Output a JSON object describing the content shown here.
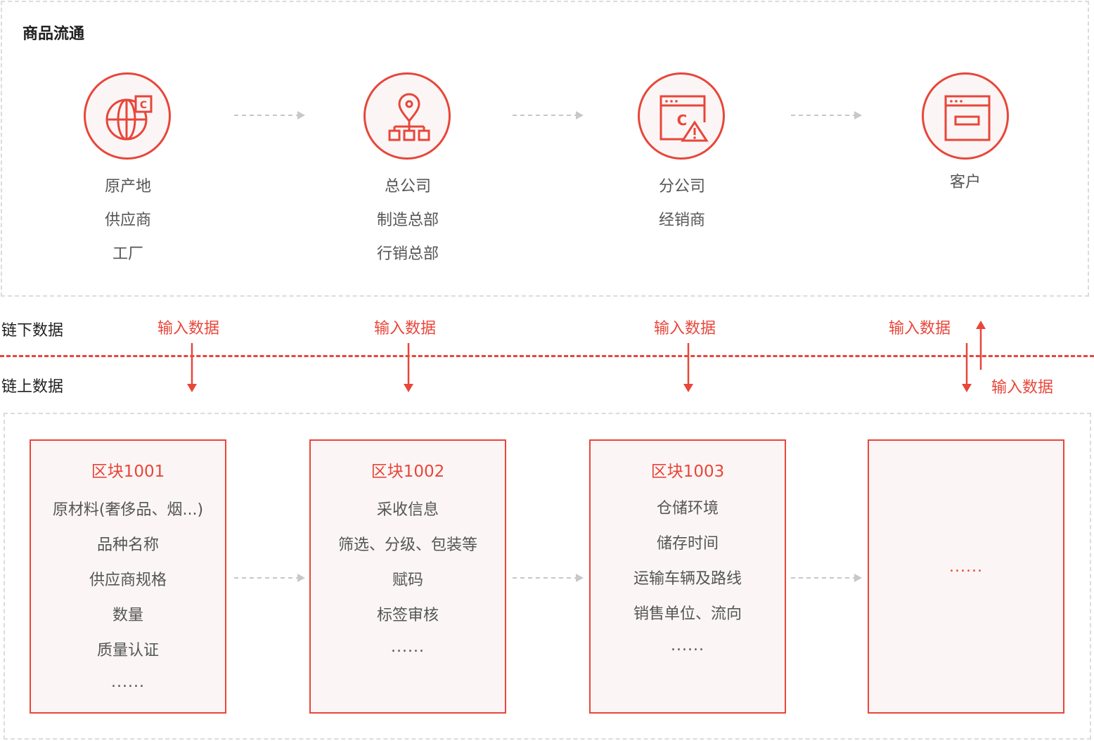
{
  "section_title": "商品流通",
  "nodes": [
    {
      "icon": "globe-copyright-icon",
      "lines": [
        "原产地",
        "供应商",
        "工厂"
      ]
    },
    {
      "icon": "location-org-chart-icon",
      "lines": [
        "总公司",
        "制造总部",
        "行销总部"
      ]
    },
    {
      "icon": "window-copyright-warning-icon",
      "lines": [
        "分公司",
        "经销商"
      ]
    },
    {
      "icon": "browser-window-icon",
      "lines": [
        "客户"
      ]
    }
  ],
  "labels": {
    "offchain": "链下数据",
    "onchain": "链上数据",
    "input_data": "输入数据"
  },
  "blocks": [
    {
      "title": "区块1001",
      "items": [
        "原材料(奢侈品、烟...)",
        "品种名称",
        "供应商规格",
        "数量",
        "质量认证",
        "......"
      ]
    },
    {
      "title": "区块1002",
      "items": [
        "采收信息",
        "筛选、分级、包装等",
        "赋码",
        "标签审核",
        "......"
      ]
    },
    {
      "title": "区块1003",
      "items": [
        "仓储环境",
        "储存时间",
        "运输车辆及路线",
        "销售单位、流向",
        "......"
      ]
    },
    {
      "title": "",
      "items": [
        "......"
      ]
    }
  ],
  "colors": {
    "accent": "#e8463a",
    "panel_border": "#dcdcdc",
    "node_fill": "#fbf6f5",
    "arrow_gray": "#c8c8c8"
  }
}
